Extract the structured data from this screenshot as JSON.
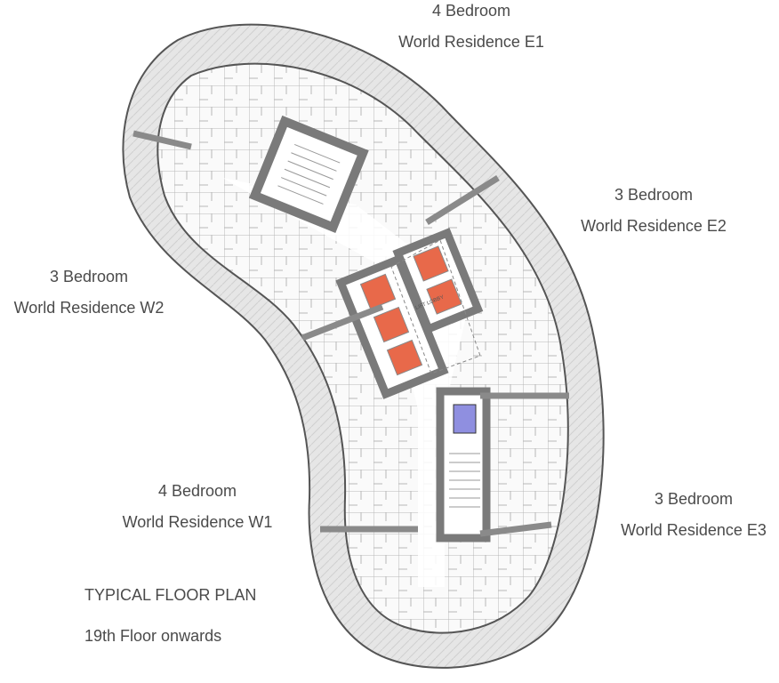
{
  "units": [
    {
      "id": "e1",
      "bedrooms": "4 Bedroom",
      "name": "World Residence E1"
    },
    {
      "id": "e2",
      "bedrooms": "3 Bedroom",
      "name": "World Residence E2"
    },
    {
      "id": "w2",
      "bedrooms": "3 Bedroom",
      "name": "World Residence W2"
    },
    {
      "id": "w1",
      "bedrooms": "4 Bedroom",
      "name": "World Residence W1"
    },
    {
      "id": "e3",
      "bedrooms": "3 Bedroom",
      "name": "World Residence E3"
    }
  ],
  "plan": {
    "title": "TYPICAL FLOOR PLAN",
    "subtitle": "19th Floor onwards",
    "lobby_label": "LIFT LOBBY"
  },
  "colors": {
    "lift": "#e8694a",
    "service_lift": "#8f8fe0",
    "core": "#7a7a7a",
    "text": "#4a4a4a"
  }
}
